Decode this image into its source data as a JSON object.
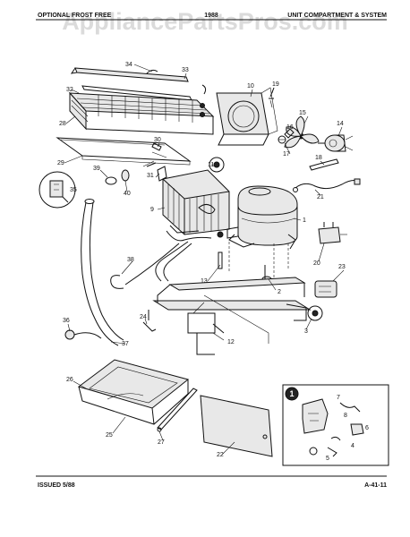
{
  "watermark": "AppliancePartsPros.com",
  "header": {
    "left": "OPTIONAL FROST FREE",
    "middle": "1988",
    "right": "UNIT COMPARTMENT & SYSTEM"
  },
  "footer": {
    "issued": "ISSUED 5/88",
    "page_code": "A-41-11"
  },
  "inset": {
    "marker": "1"
  },
  "callouts": {
    "c1": "1",
    "c2": "2",
    "c3": "3",
    "c4": "4",
    "c5": "5",
    "c6": "6",
    "c7": "7",
    "c8": "8",
    "c9": "9",
    "c10": "10",
    "c11": "11",
    "c12": "12",
    "c13": "13",
    "c14": "14",
    "c15": "15",
    "c16": "16",
    "c17": "17",
    "c18": "18",
    "c19": "19",
    "c20": "20",
    "c21": "21",
    "c22": "22",
    "c23": "23",
    "c24": "24",
    "c25": "25",
    "c26": "26",
    "c27": "27",
    "c28": "28",
    "c29": "29",
    "c30": "30",
    "c31": "31",
    "c32": "32",
    "c33": "33",
    "c34": "34",
    "c35": "35",
    "c36": "36",
    "c37": "37",
    "c38": "38",
    "c39": "39",
    "c40": "40"
  }
}
